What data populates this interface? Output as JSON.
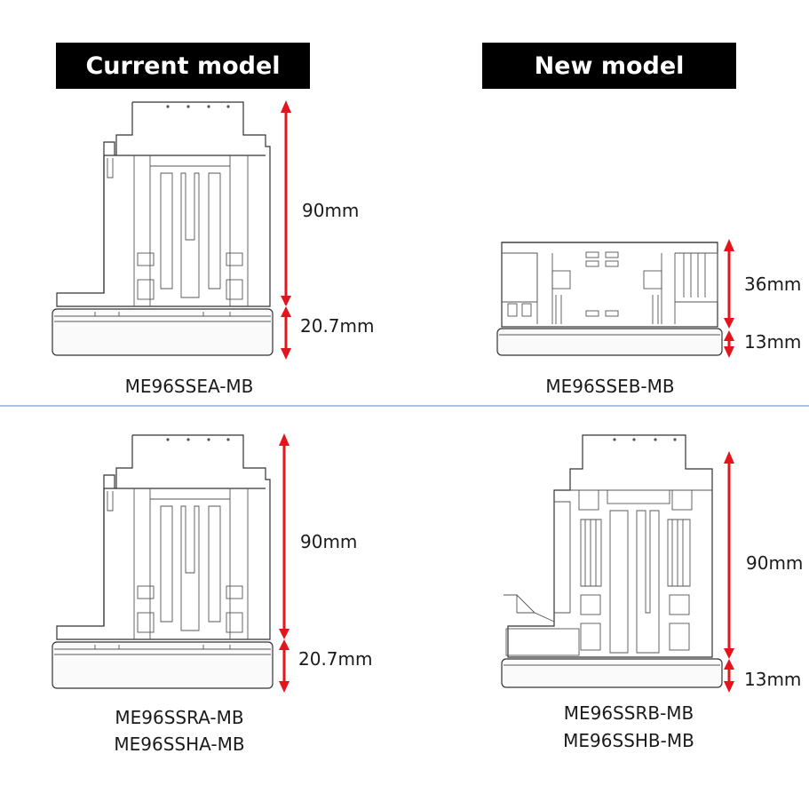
{
  "headers": {
    "current": "Current model",
    "new": "New model"
  },
  "models": {
    "top_left": {
      "lines": [
        "ME96SSEA-MB"
      ],
      "dim_upper": "90mm",
      "dim_lower": "20.7mm"
    },
    "top_right": {
      "lines": [
        "ME96SSEB-MB"
      ],
      "dim_upper": "36mm",
      "dim_lower": "13mm"
    },
    "bottom_left": {
      "lines": [
        "ME96SSRA-MB",
        "ME96SSHA-MB"
      ],
      "dim_upper": "90mm",
      "dim_lower": "20.7mm"
    },
    "bottom_right": {
      "lines": [
        "ME96SSRB-MB",
        "ME96SSHB-MB"
      ],
      "dim_upper": "90mm",
      "dim_lower": "13mm"
    }
  },
  "colors": {
    "arrow": "#e3141b",
    "divider": "#a9c4e0",
    "header_bg": "#000000"
  }
}
